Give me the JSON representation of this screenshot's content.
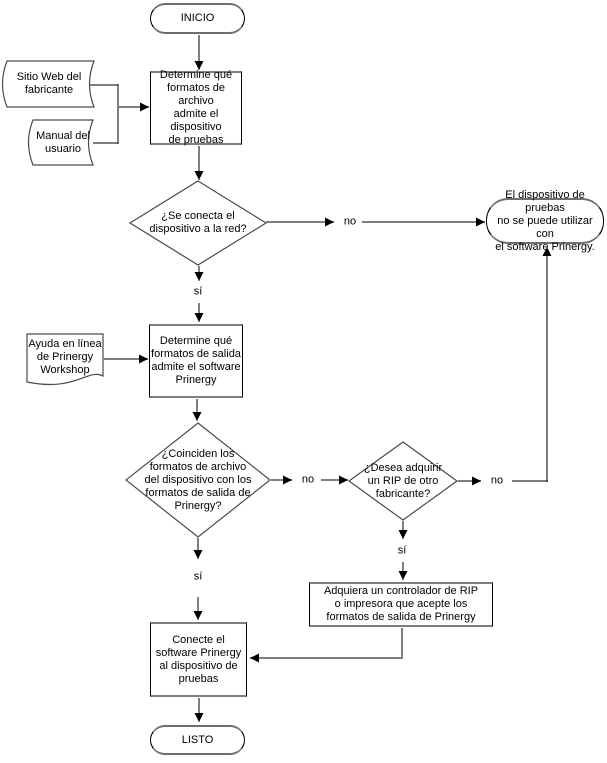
{
  "colors": {
    "background": "#ffffff",
    "vertical_line": "#000000",
    "horizontal_line": "#7f7f7f",
    "shape_outline": "#4a4a4a",
    "text": "#000000"
  },
  "nodes": {
    "start": "INICIO",
    "web_site": "Sitio Web del\nfabricante",
    "manual": "Manual del\nusuario",
    "determine_file_formats": "Determine qué\nformatos de archivo\nadmite el dispositivo\nde pruebas",
    "network_decision": "¿Se conecta el\ndispositivo a la red?",
    "cannot_use": "El dispositivo de pruebas\nno se puede utilizar con\nel software Prinergy.",
    "online_help": "Ayuda en línea\nde Prinergy\nWorkshop",
    "determine_output_formats": "Determine qué\nformatos de salida\nadmite el software\nPrinergy",
    "formats_match_decision": "¿Coinciden los\nformatos de archivo\ndel dispositivo con los\nformatos de salida de\nPrinergy?",
    "rip_decision": "¿Desea adquirir\nun RIP de otro\nfabricante?",
    "acquire_rip": "Adquiera un controlador de RIP\no impresora que acepte los\nformatos de salida de Prinergy",
    "connect": "Conecte el\nsoftware Prinergy\nal dispositivo de\npruebas",
    "end": "LISTO"
  },
  "edge_labels": {
    "network_no": "no",
    "network_yes": "sí",
    "match_no": "no",
    "match_yes": "sí",
    "rip_no": "no",
    "rip_yes": "sí"
  }
}
